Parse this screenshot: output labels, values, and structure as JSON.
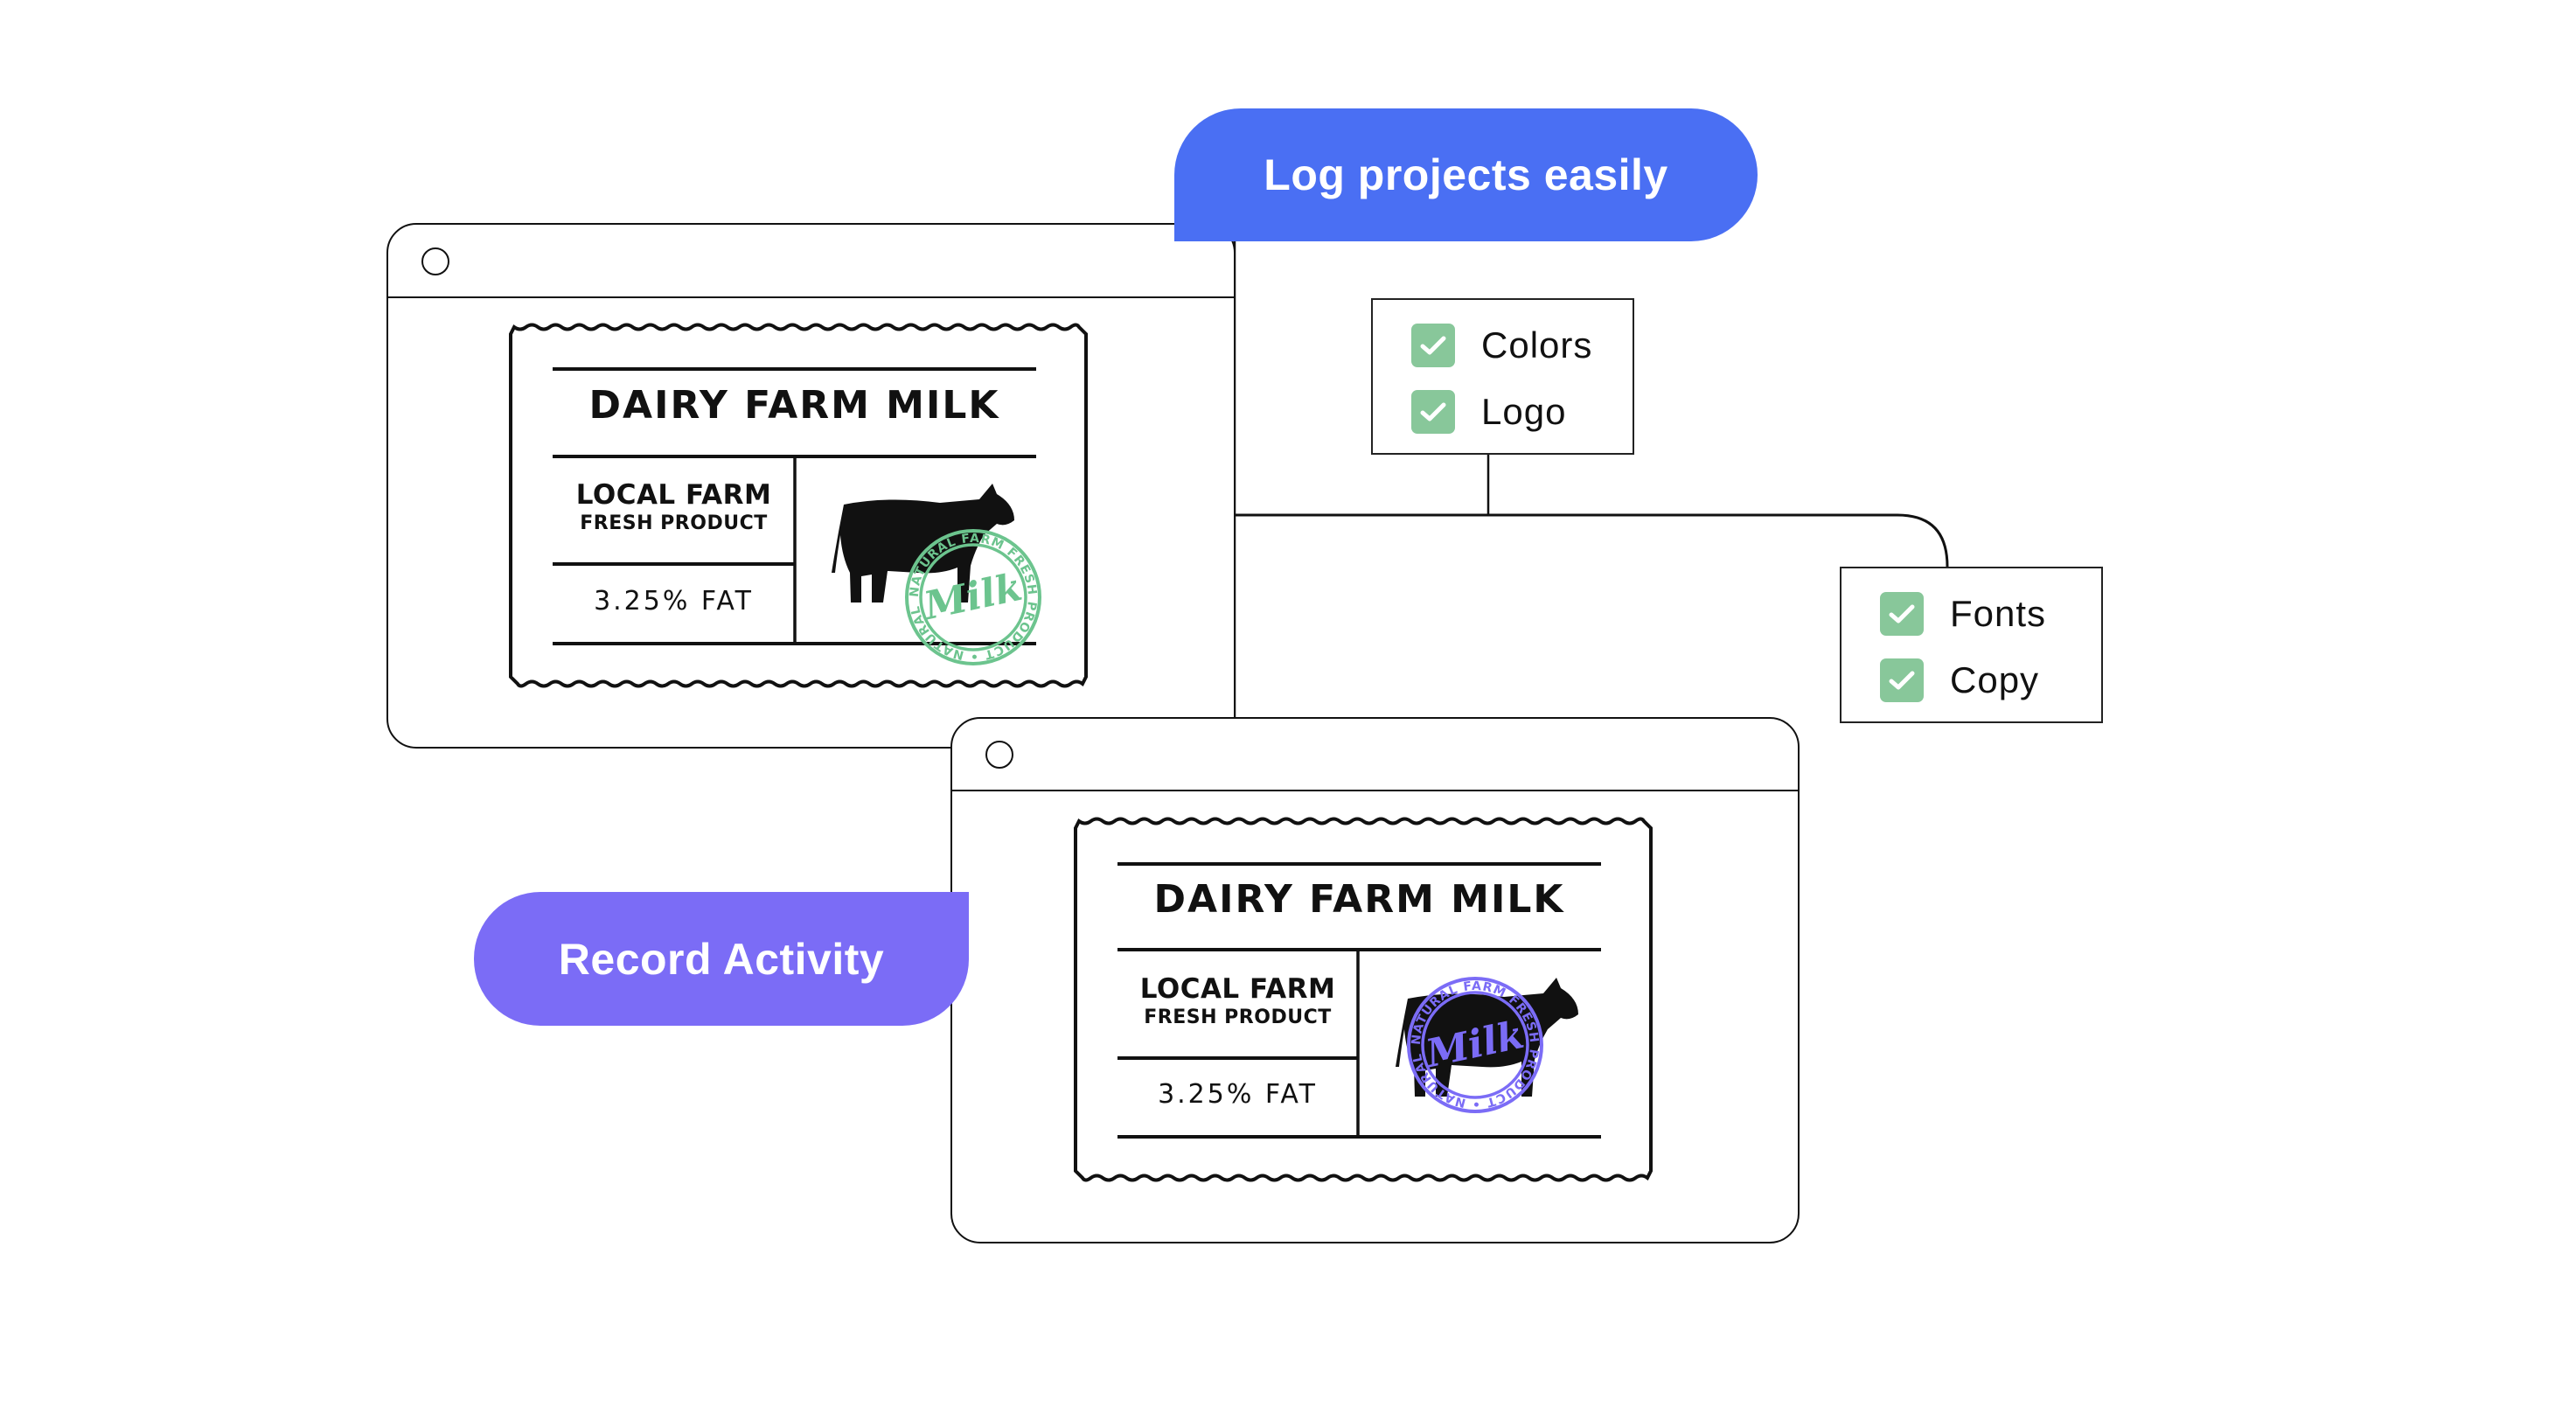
{
  "badges": {
    "log_projects": {
      "label": "Log projects easily",
      "color": "#4A6FF3"
    },
    "record_activity": {
      "label": "Record Activity",
      "color": "#7B6CF6"
    }
  },
  "windows": [
    {
      "label": {
        "title": "DAIRY FARM MILK",
        "line1": "LOCAL FARM",
        "line2": "FRESH PRODUCT",
        "fat": "3.25% FAT",
        "stamp": {
          "center_text": "Milk",
          "ring_text": "NATURAL FARM FRESH PRODUCT • NATURAL FARM FRESH PRODUCT •",
          "color": "#6CC48E"
        }
      }
    },
    {
      "label": {
        "title": "DAIRY FARM MILK",
        "line1": "LOCAL FARM",
        "line2": "FRESH PRODUCT",
        "fat": "3.25% FAT",
        "stamp": {
          "center_text": "Milk",
          "ring_text": "NATURAL FARM FRESH PRODUCT • NATURAL FARM FRESH PRODUCT •",
          "color": "#7B6CF6"
        }
      }
    }
  ],
  "checklists": [
    {
      "items": [
        {
          "label": "Colors",
          "checked": true
        },
        {
          "label": "Logo",
          "checked": true
        }
      ]
    },
    {
      "items": [
        {
          "label": "Fonts",
          "checked": true
        },
        {
          "label": "Copy",
          "checked": true
        }
      ]
    }
  ],
  "check_color": "#88C79A"
}
